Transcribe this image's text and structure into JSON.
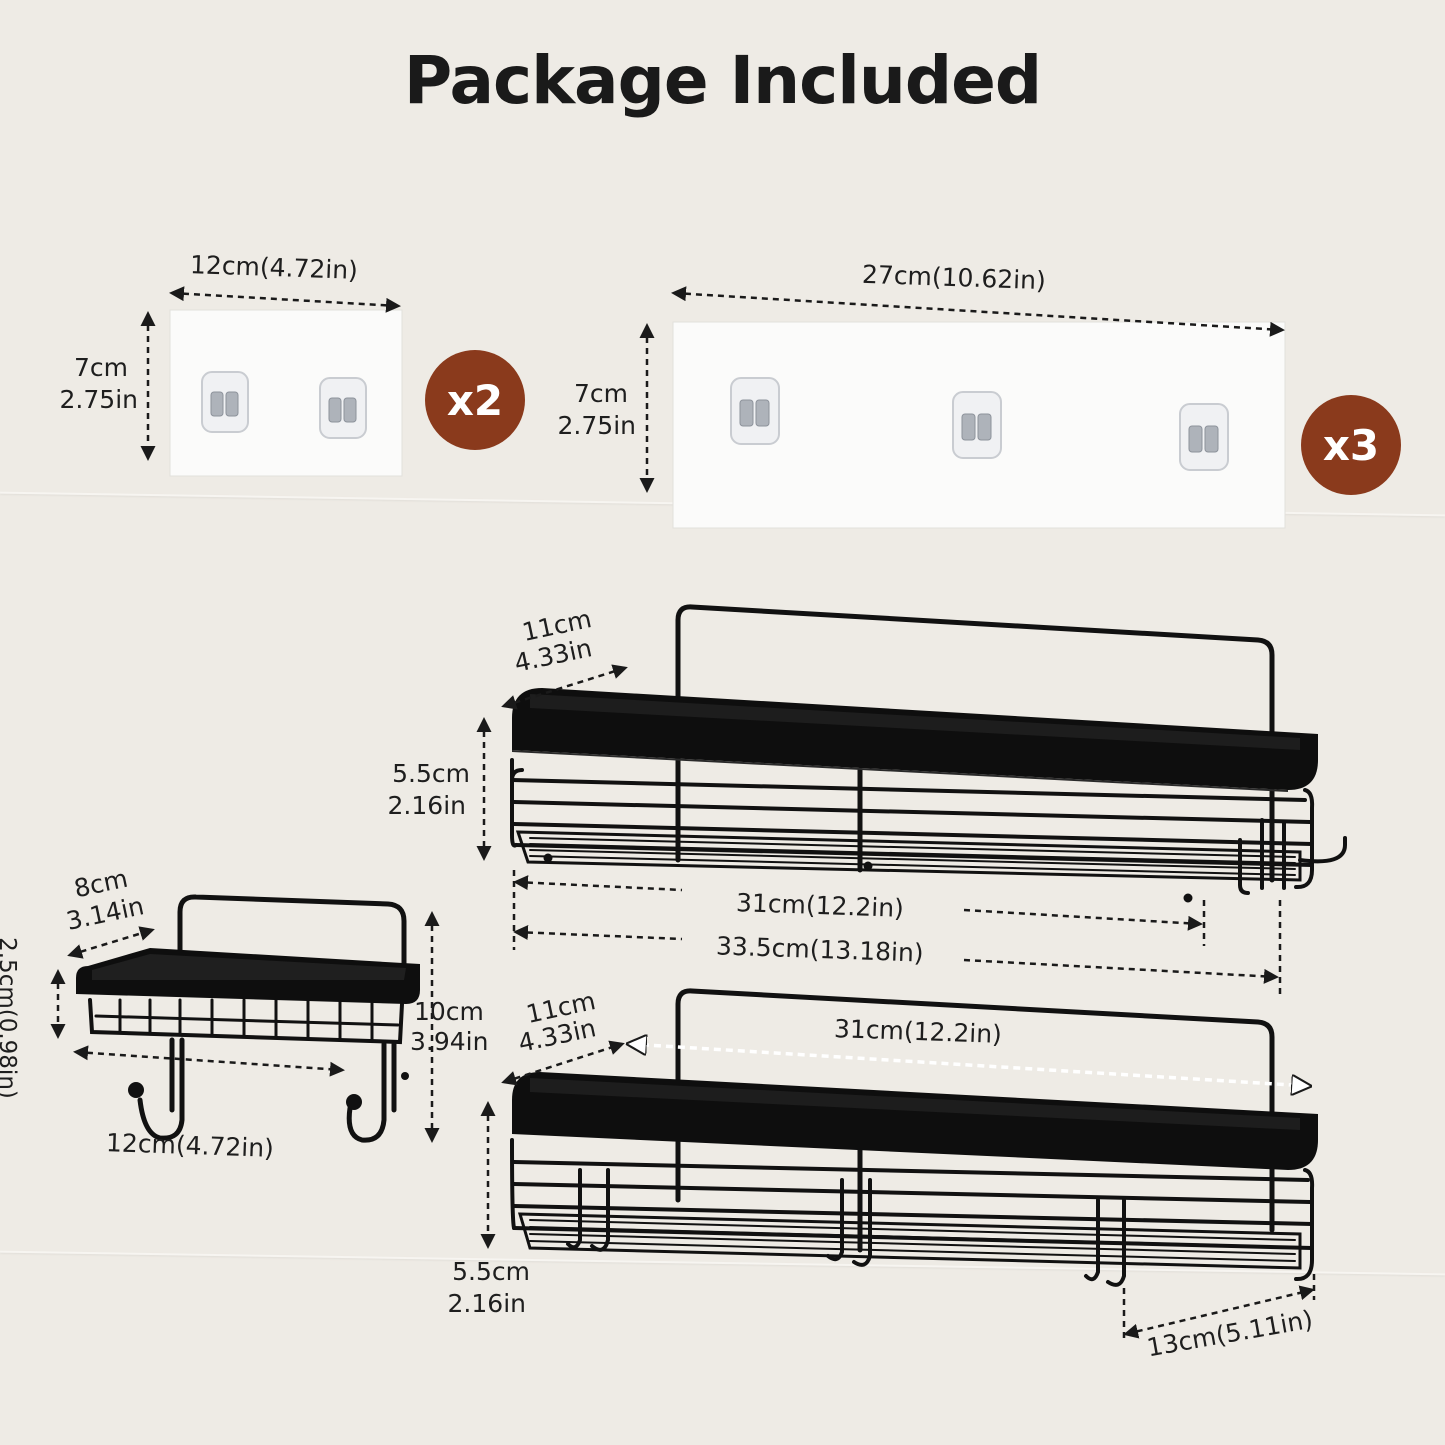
{
  "title": "Package Included",
  "colors": {
    "background": "#eeebe5",
    "badge": "#8a3a1c",
    "rack": "#111111",
    "plate": "#fbfbfa"
  },
  "adhesive_small": {
    "width_label": "12cm(4.72in)",
    "height_label_cm": "7cm",
    "height_label_in": "2.75in",
    "quantity": "x2"
  },
  "adhesive_large": {
    "width_label": "27cm(10.62in)",
    "height_label_cm": "7cm",
    "height_label_in": "2.75in",
    "quantity": "x3"
  },
  "shelf_top": {
    "depth_cm": "11cm",
    "depth_in": "4.33in",
    "height_cm": "5.5cm",
    "height_in": "2.16in",
    "width_label": "31cm(12.2in)",
    "total_width_label": "33.5cm(13.18in)"
  },
  "soap_dish": {
    "depth_cm": "8cm",
    "depth_in": "3.14in",
    "height_label": "2.5cm(0.98in)",
    "total_height_cm": "10cm",
    "total_height_in": "3.94in",
    "width_label": "12cm(4.72in)"
  },
  "shelf_bottom": {
    "depth_cm": "11cm",
    "depth_in": "4.33in",
    "width_label": "31cm(12.2in)",
    "height_cm": "5.5cm",
    "height_in": "2.16in",
    "hook_width_label": "13cm(5.11in)"
  }
}
